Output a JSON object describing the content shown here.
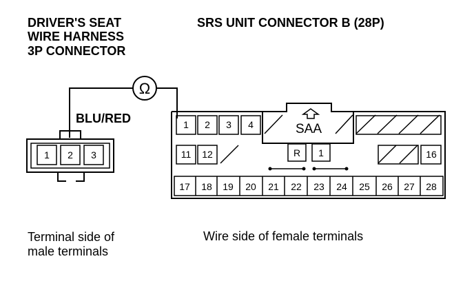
{
  "left_connector": {
    "title_lines": [
      "DRIVER'S SEAT",
      "WIRE HARNESS",
      "3P CONNECTOR"
    ],
    "wire_color": "BLU/RED",
    "pins": [
      "1",
      "2",
      "3"
    ],
    "caption_lines": [
      "Terminal side of",
      "male terminals"
    ]
  },
  "meter": {
    "symbol": "Ω"
  },
  "right_connector": {
    "title": "SRS UNIT CONNECTOR B (28P)",
    "row1_pins": [
      "1",
      "2",
      "3",
      "4"
    ],
    "label": "SAA",
    "row2_pins": [
      "11",
      "12"
    ],
    "row2_right_pin": "16",
    "box_r": "R",
    "box_1": "1",
    "row3_pins": [
      "17",
      "18",
      "19",
      "20",
      "21",
      "22",
      "23",
      "24",
      "25",
      "26",
      "27",
      "28"
    ],
    "caption": "Wire side of female terminals"
  }
}
